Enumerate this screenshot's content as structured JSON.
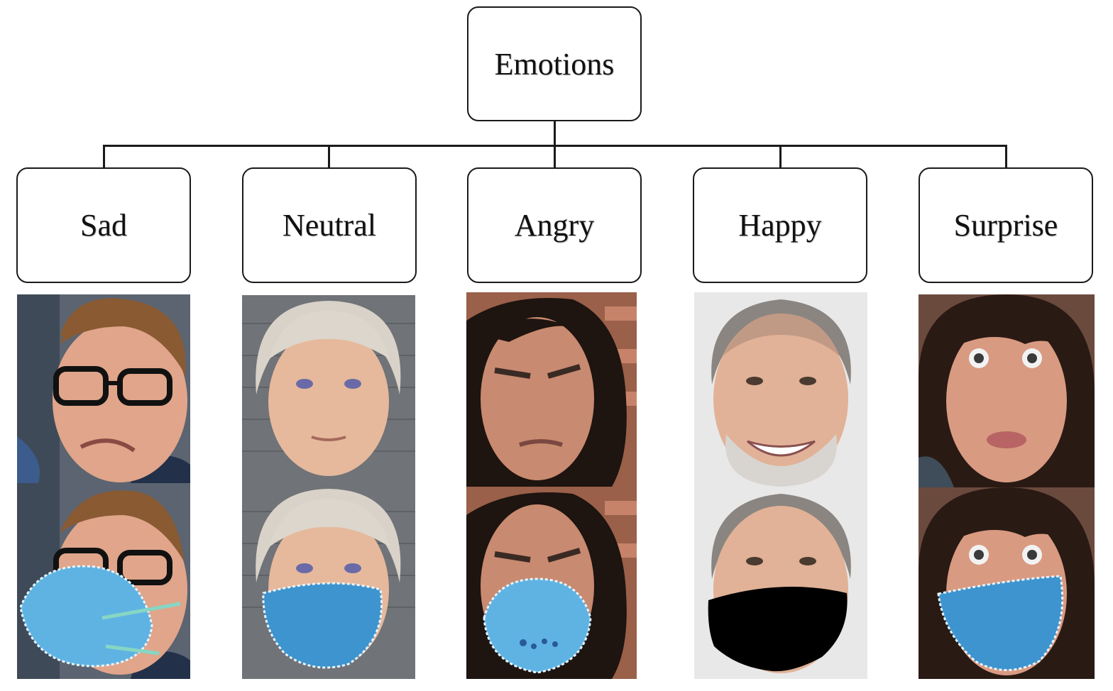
{
  "root": {
    "label": "Emotions"
  },
  "emotions": [
    {
      "label": "Sad",
      "photos": [
        "sad-face-photo",
        "sad-face-masked-photo"
      ]
    },
    {
      "label": "Neutral",
      "photos": [
        "neutral-face-photo",
        "neutral-face-masked-photo"
      ]
    },
    {
      "label": "Angry",
      "photos": [
        "angry-face-photo",
        "angry-face-masked-photo"
      ]
    },
    {
      "label": "Happy",
      "photos": [
        "happy-face-photo",
        "happy-face-masked-photo"
      ]
    },
    {
      "label": "Surprise",
      "photos": [
        "surprise-face-photo",
        "surprise-face-masked-photo"
      ]
    }
  ],
  "colors": {
    "mask_blue": "#3d94cf",
    "mask_black": "#000000",
    "line": "#1a1a1a"
  }
}
